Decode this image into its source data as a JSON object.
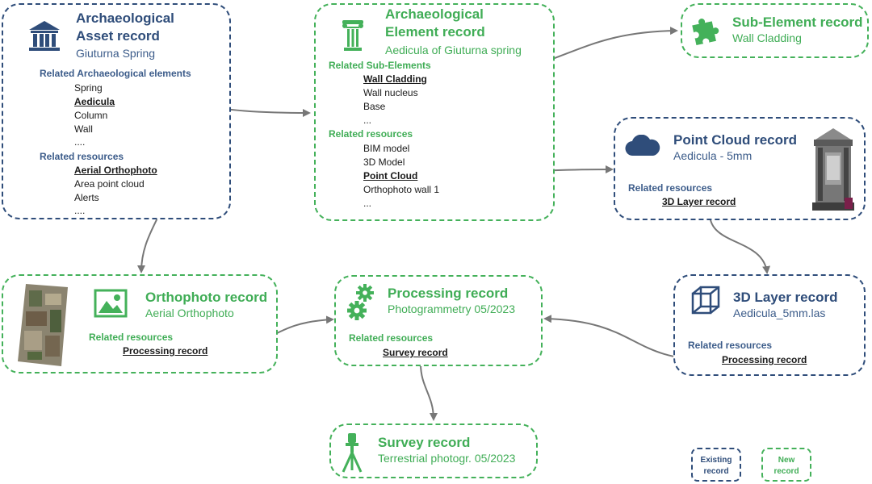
{
  "asset": {
    "title": "Archaeological Asset record",
    "subtitle": "Giuturna Spring",
    "related_elements_header": "Related Archaeological elements",
    "elements": [
      "Spring",
      "Aedicula",
      "Column",
      "Wall",
      "...."
    ],
    "related_resources_header": "Related resources",
    "resources": [
      "Aerial Orthophoto",
      "Area point cloud",
      "Alerts",
      "...."
    ]
  },
  "element": {
    "title": "Archaeological Element record",
    "subtitle": "Aedicula of Giuturna spring",
    "sub_elements_header": "Related Sub-Elements",
    "sub_elements": [
      "Wall Cladding",
      "Wall nucleus",
      "Base",
      "..."
    ],
    "related_resources_header": "Related resources",
    "resources": [
      "BIM model",
      "3D Model",
      "Point Cloud",
      "Orthophoto wall 1",
      "..."
    ]
  },
  "subelement": {
    "title": "Sub-Element record",
    "subtitle": "Wall Cladding"
  },
  "pointcloud": {
    "title": "Point Cloud record",
    "subtitle": "Aedicula - 5mm",
    "related_resources_header": "Related resources",
    "link": "3D Layer record"
  },
  "layer3d": {
    "title": "3D Layer record",
    "subtitle": "Aedicula_5mm.las",
    "related_resources_header": "Related resources",
    "link": "Processing record"
  },
  "orthophoto": {
    "title": "Orthophoto record",
    "subtitle": "Aerial Orthophoto",
    "related_resources_header": "Related resources",
    "link": "Processing record"
  },
  "processing": {
    "title": "Processing record",
    "subtitle": "Photogrammetry 05/2023",
    "related_resources_header": "Related resources",
    "link": "Survey record"
  },
  "survey": {
    "title": "Survey record",
    "subtitle": "Terrestrial photogr. 05/2023"
  },
  "legend": {
    "existing": [
      "Existing",
      "record"
    ],
    "new": [
      "New",
      "record"
    ]
  },
  "colors": {
    "existing": "#2f4d7a",
    "new": "#44b15a",
    "arrow": "#777777"
  },
  "icons": [
    "museum-icon",
    "column-icon",
    "puzzle-icon",
    "cloud-icon",
    "image-icon",
    "gears-icon",
    "cube-icon",
    "tripod-icon"
  ]
}
